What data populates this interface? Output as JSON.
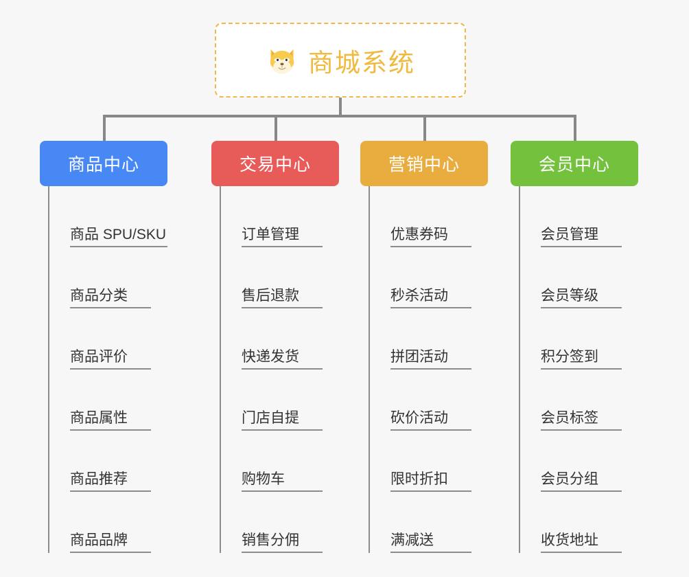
{
  "diagram": {
    "type": "mind-map",
    "background_color": "#f7f7f7",
    "root": {
      "title": "商城系统",
      "icon": "shiba-dog-emoji",
      "text_color": "#f0b93f",
      "border_color": "#eeb84a",
      "background_color": "#ffffff"
    },
    "connector_color": "#888888",
    "branches": [
      {
        "label": "商品中心",
        "color": "#4888f5",
        "items": [
          "商品 SPU/SKU",
          "商品分类",
          "商品评价",
          "商品属性",
          "商品推荐",
          "商品品牌"
        ]
      },
      {
        "label": "交易中心",
        "color": "#e75b59",
        "items": [
          "订单管理",
          "售后退款",
          "快递发货",
          "门店自提",
          "购物车",
          "销售分佣"
        ]
      },
      {
        "label": "营销中心",
        "color": "#e9ac3e",
        "items": [
          "优惠券码",
          "秒杀活动",
          "拼团活动",
          "砍价活动",
          "限时折扣",
          "满减送"
        ]
      },
      {
        "label": "会员中心",
        "color": "#73c13c",
        "items": [
          "会员管理",
          "会员等级",
          "积分签到",
          "会员标签",
          "会员分组",
          "收货地址"
        ]
      }
    ]
  }
}
